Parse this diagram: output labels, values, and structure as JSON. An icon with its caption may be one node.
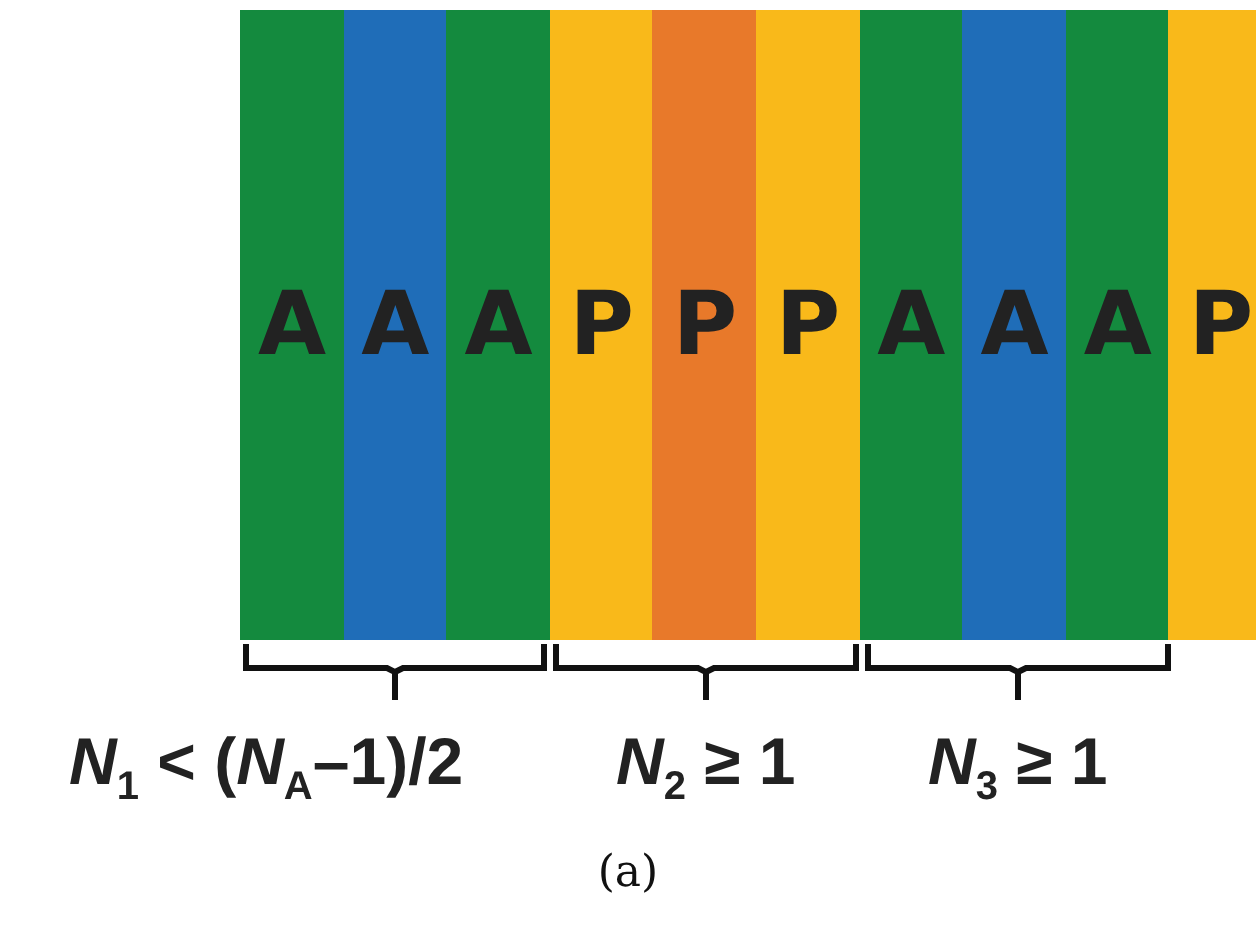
{
  "diagram": {
    "caption": "(a)",
    "nodes": [
      {
        "text": [
          "A"
        ]
      },
      {
        "text": [
          "A"
        ]
      },
      {
        "text": [
          "A"
        ]
      },
      {
        "text": [
          "P"
        ]
      },
      {
        "text": [
          "P"
        ]
      },
      {
        "text": [
          "P"
        ]
      },
      {
        "text": [
          "A"
        ]
      },
      {
        "text": [
          "A"
        ]
      },
      {
        "text": [
          "A"
        ]
      },
      {
        "text": [
          "P"
        ]
      }
    ],
    "labels": [
      "*N*$_{1}$ < (*N*$_{A}$–1)/2",
      "*N*$_{2}$ ≥ 1",
      "*N*$_{3}$ ≥ 1"
    ]
  }
}
